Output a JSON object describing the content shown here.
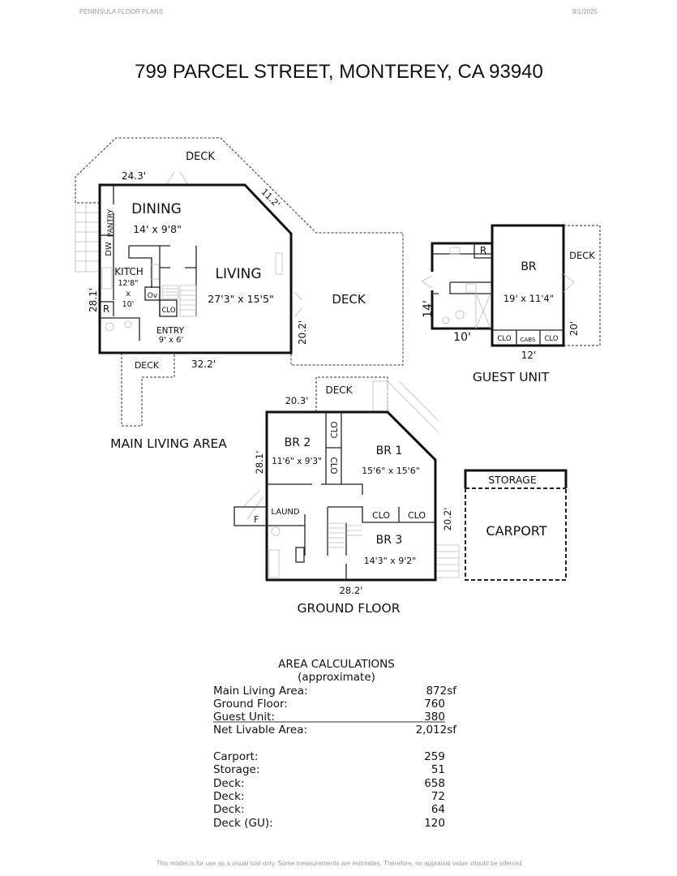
{
  "header": {
    "company": "PENINSULA FLOOR PLANS",
    "date": "9/1/2025"
  },
  "title": "799 PARCEL STREET, MONTEREY, CA  93940",
  "main_living": {
    "caption": "MAIN LIVING AREA",
    "deck_top": "DECK",
    "deck_right": "DECK",
    "deck_entry": "DECK",
    "dim_top": "24.3'",
    "dim_diag": "11.2'",
    "dim_left": "28.1'",
    "dim_right": "20.2'",
    "dim_bottom": "32.2'",
    "pantry": "PANTRY",
    "dw": "DW",
    "r": "R",
    "ov": "Ov",
    "clo": "CLO",
    "dining": "DINING",
    "dining_size": "14' x 9'8\"",
    "kitchen": "KITCH",
    "kitchen_size_1": "12'8\"",
    "kitchen_size_2": "x",
    "kitchen_size_3": "10'",
    "living": "LIVING",
    "living_size": "27'3\" x 15'5\"",
    "entry": "ENTRY",
    "entry_size": "9' x 6'"
  },
  "guest_unit": {
    "caption": "GUEST UNIT",
    "deck": "DECK",
    "r": "R",
    "br": "BR",
    "br_size": "19' x 11'4\"",
    "dim_left": "14'",
    "dim_bottom_left": "10'",
    "dim_bottom": "12'",
    "dim_right": "20'",
    "clo1": "CLO",
    "cabs": "CABS",
    "clo2": "CLO"
  },
  "ground_floor": {
    "caption": "GROUND FLOOR",
    "deck": "DECK",
    "dim_top": "20.3'",
    "dim_left": "28.1'",
    "dim_right": "20.2'",
    "dim_bottom": "28.2'",
    "br2": "BR 2",
    "br2_size": "11'6\" x 9'3\"",
    "br1": "BR 1",
    "br1_size": "15'6\" x 15'6\"",
    "br3": "BR 3",
    "br3_size": "14'3\" x 9'2\"",
    "clo_a": "CLO",
    "clo_b": "CLO",
    "clo_c": "CLO",
    "clo_d": "CLO",
    "laund": "LAUND",
    "f": "F",
    "storage": "STORAGE",
    "carport": "CARPORT"
  },
  "area_calc": {
    "title": "AREA CALCULATIONS",
    "subtitle": "(approximate)",
    "rows": [
      {
        "label": "Main Living Area:",
        "value": "872sf"
      },
      {
        "label": "Ground Floor:",
        "value": "760"
      },
      {
        "label": "Guest Unit:",
        "value": "380"
      },
      {
        "label": "Net Livable Area:",
        "value": "2,012sf"
      },
      {
        "label": "Carport:",
        "value": "259"
      },
      {
        "label": "Storage:",
        "value": "51"
      },
      {
        "label": "Deck:",
        "value": "658"
      },
      {
        "label": "Deck:",
        "value": "72"
      },
      {
        "label": "Deck:",
        "value": "64"
      },
      {
        "label": "Deck (GU):",
        "value": "120"
      }
    ]
  },
  "footer": "This model is for use as a visual tool only. Some measurements are estimates. Therefore, no appraisal value should be inferred"
}
